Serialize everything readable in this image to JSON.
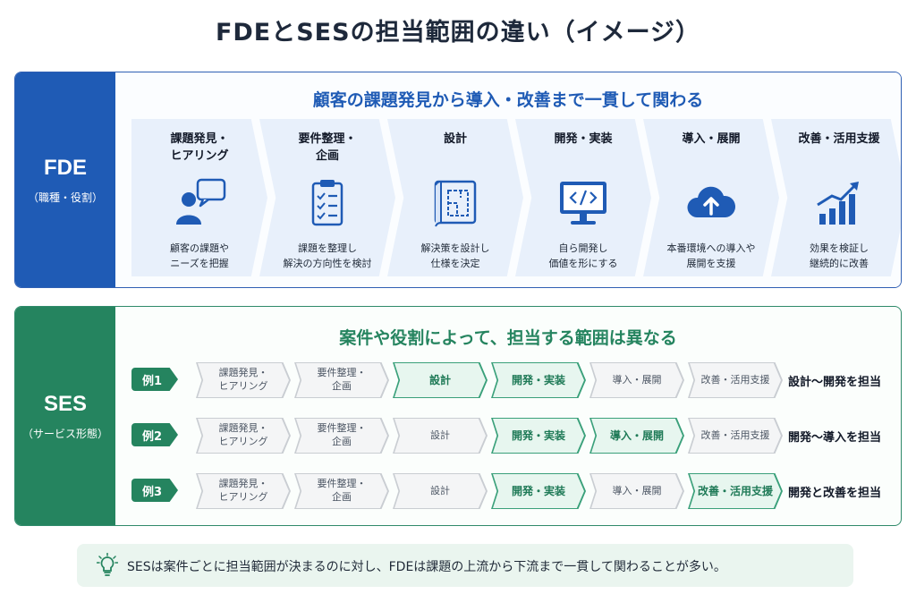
{
  "title": "FDEとSESの担当範囲の違い（イメージ）",
  "fde": {
    "label": "FDE",
    "sublabel": "（職種・役割）",
    "heading": "顧客の課題発見から導入・改善まで一貫して関わる",
    "steps": [
      {
        "title": "課題発見・\nヒアリング",
        "desc": "顧客の課題や\nニーズを把握",
        "icon": "person-speech-icon"
      },
      {
        "title": "要件整理・\n企画",
        "desc": "課題を整理し\n解決の方向性を検討",
        "icon": "clipboard-checklist-icon"
      },
      {
        "title": "設計",
        "desc": "解決策を設計し\n仕様を決定",
        "icon": "blueprint-icon"
      },
      {
        "title": "開発・実装",
        "desc": "自ら開発し\n価値を形にする",
        "icon": "monitor-code-icon"
      },
      {
        "title": "導入・展開",
        "desc": "本番環境への導入や\n展開を支援",
        "icon": "cloud-upload-icon"
      },
      {
        "title": "改善・活用支援",
        "desc": "効果を検証し\n継続的に改善",
        "icon": "growth-chart-icon"
      }
    ]
  },
  "ses": {
    "label": "SES",
    "sublabel": "（サービス形態）",
    "heading": "案件や役割によって、担当する範囲は異なる",
    "step_labels": [
      "課題発見・\nヒアリング",
      "要件整理・\n企画",
      "設計",
      "開発・実装",
      "導入・展開",
      "改善・活用支援"
    ],
    "examples": [
      {
        "badge": "例1",
        "active": [
          false,
          false,
          true,
          true,
          false,
          false
        ],
        "result": "設計〜開発を担当"
      },
      {
        "badge": "例2",
        "active": [
          false,
          false,
          false,
          true,
          true,
          false
        ],
        "result": "開発〜導入を担当"
      },
      {
        "badge": "例3",
        "active": [
          false,
          false,
          false,
          true,
          false,
          true
        ],
        "result": "開発と改善を担当"
      }
    ]
  },
  "note": {
    "icon": "lightbulb-icon",
    "text": "SESは案件ごとに担当範囲が決まるのに対し、FDEは課題の上流から下流まで一貫して関わることが多い。"
  },
  "colors": {
    "fde_blue": "#1f5bb5",
    "ses_green": "#25845f",
    "fde_step_bg": "#e8f0fb",
    "ses_active_bg": "#e7f6ef",
    "ses_inactive_bg": "#f4f5f6"
  }
}
